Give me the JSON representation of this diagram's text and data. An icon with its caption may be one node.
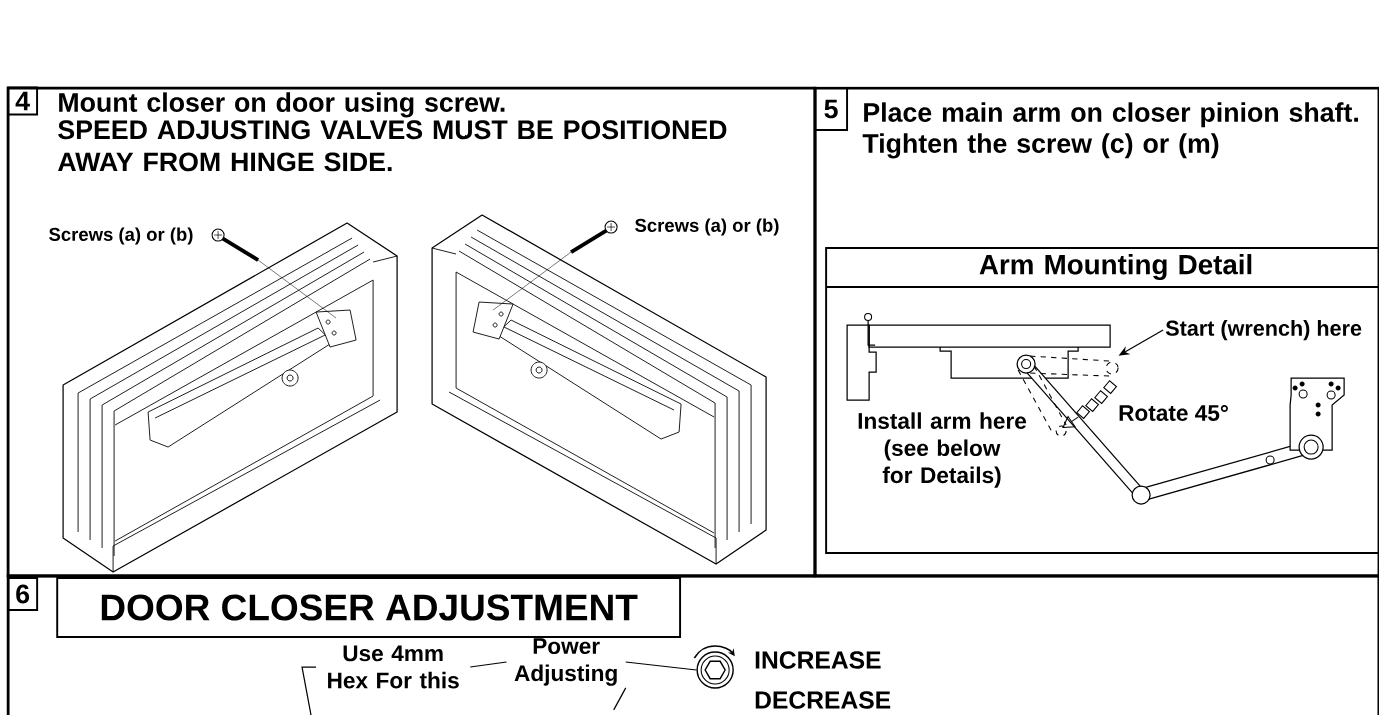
{
  "diagram": {
    "nodes": [
      {
        "text": [
          "Mount closer on door using screw.",
          "SPEED ADJUSTING VALVES MUST BE POSITIONED AWAY FROM HINGE SIDE."
        ]
      },
      {
        "text": [
          "4"
        ],
        "in": 0
      },
      {
        "text": [],
        "shape": "picture",
        "in": 0
      },
      {
        "text": [],
        "shape": "picture",
        "in": 0
      },
      {
        "text": [
          "Place main arm on closer pinion shaft.",
          "Tighten the screw (c) or (m)"
        ]
      },
      {
        "text": [
          "5"
        ],
        "in": 4
      },
      {
        "text": [
          "Arm Mounting Detail"
        ],
        "in": 4
      },
      {
        "text": [],
        "shape": "picture",
        "in": 6
      },
      {
        "text": [
          "Start (wrench) here"
        ],
        "in": 6
      },
      {
        "text": [],
        "shape": "box"
      },
      {
        "text": [
          "6"
        ],
        "in": 9
      },
      {
        "text": [
          "DOOR CLOSER ADJUSTMENT"
        ],
        "in": 9
      },
      {
        "text": [
          "Use 4mm Hex For this"
        ],
        "in": 9
      },
      {
        "text": [
          "Power Adjusting"
        ],
        "in": 9
      },
      {
        "text": [],
        "shape": "picture",
        "in": 9
      }
    ],
    "edges": [
      {
        "from": 8,
        "to": 7,
        "arrow": "to"
      },
      {
        "from": 12,
        "to": 13,
        "arrow": "none"
      },
      {
        "from": 13,
        "to": 14,
        "arrow": "none"
      },
      {
        "from": 12,
        "to": null,
        "arrow": "none"
      },
      {
        "from": 13,
        "to": null,
        "arrow": "none"
      }
    ],
    "labels": [
      "Screws (a) or (b)",
      "Screws (a) or (b)",
      "Rotate 45°",
      "Install arm here (see below for Details)",
      "INCREASE",
      "DECREASE"
    ]
  }
}
